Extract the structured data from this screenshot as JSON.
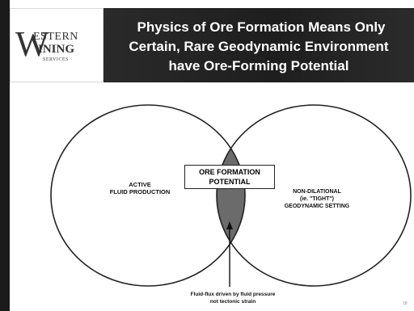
{
  "logo": {
    "big_letter": "W",
    "line1": "ESTERN",
    "line2": "INING",
    "line3": "SERVICES"
  },
  "title": {
    "line1": "Physics of Ore Formation Means Only",
    "line2": "Certain, Rare Geodynamic Environment",
    "line3": "have Ore-Forming Potential"
  },
  "venn": {
    "left_label": [
      "ACTIVE",
      "FLUID PRODUCTION"
    ],
    "right_label": [
      "NON-DILATIONAL",
      "(ie. \"TIGHT\")",
      "GEODYNAMIC SETTING"
    ],
    "overlap_label": [
      "ORE FORMATION",
      "POTENTIAL"
    ],
    "overlap_color": "#6b6b6b"
  },
  "caption": [
    "Fluid-flux driven by fluid pressure",
    "not tectonic strain"
  ],
  "page_number": "18"
}
